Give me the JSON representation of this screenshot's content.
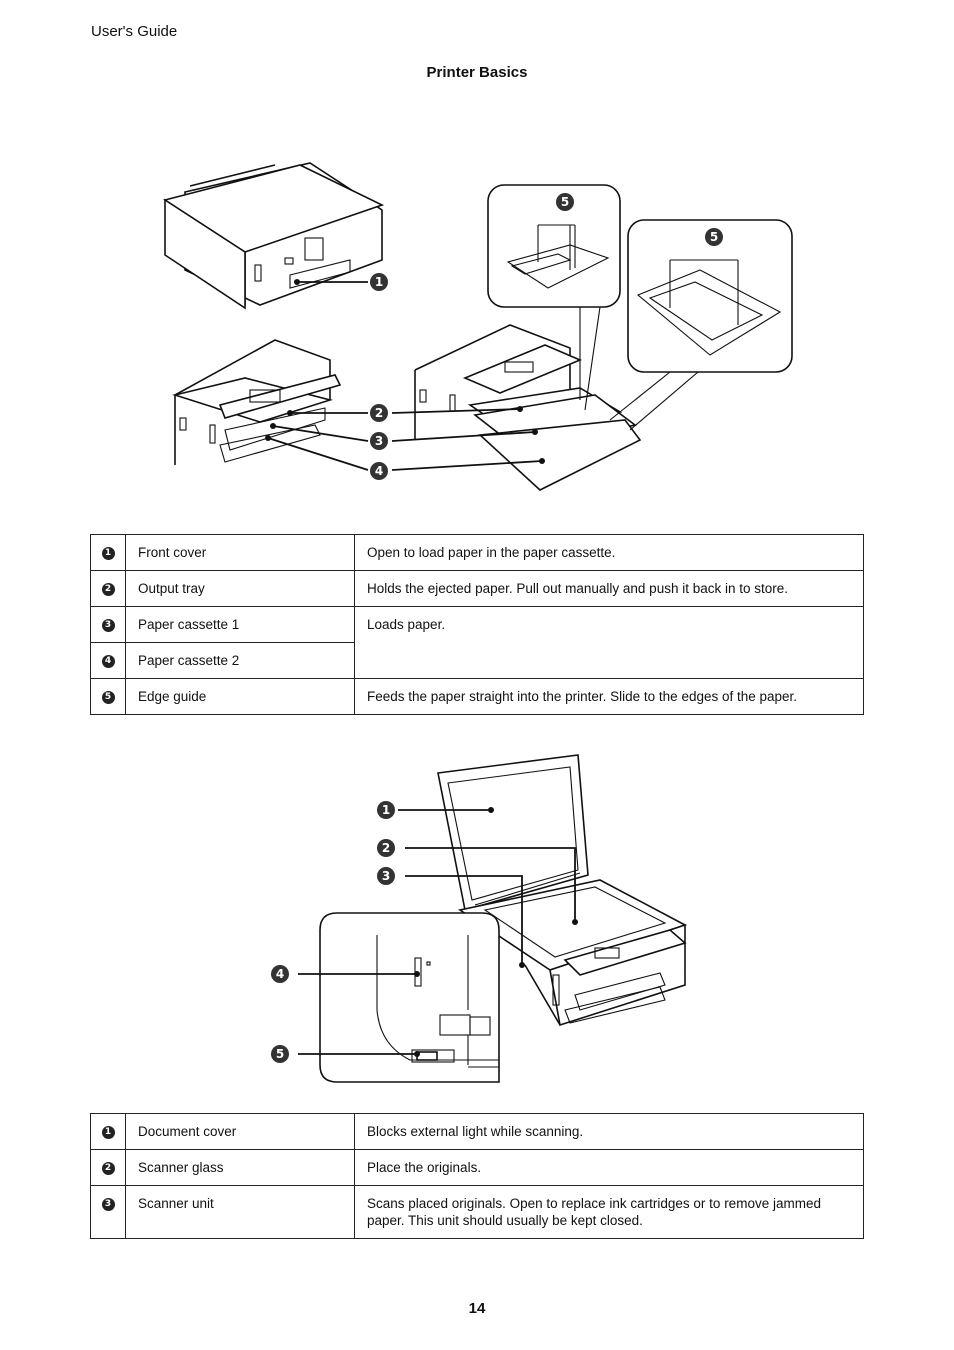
{
  "header": {
    "running_head": "User's Guide",
    "section_title": "Printer Basics"
  },
  "figure1": {
    "callouts": [
      "1",
      "2",
      "3",
      "4",
      "5",
      "5"
    ]
  },
  "table1": {
    "rows": [
      {
        "num": "1",
        "name": "Front cover",
        "desc": "Open to load paper in the paper cassette."
      },
      {
        "num": "2",
        "name": "Output tray",
        "desc": "Holds the ejected paper. Pull out manually and push it back in to store."
      },
      {
        "num": "3",
        "name": "Paper cassette 1",
        "desc": "Loads paper."
      },
      {
        "num": "4",
        "name": "Paper cassette 2",
        "desc": ""
      },
      {
        "num": "5",
        "name": "Edge guide",
        "desc": "Feeds the paper straight into the printer. Slide to the edges of the paper."
      }
    ]
  },
  "figure2": {
    "callouts": [
      "1",
      "2",
      "3",
      "4",
      "5"
    ]
  },
  "table2": {
    "rows": [
      {
        "num": "1",
        "name": "Document cover",
        "desc": "Blocks external light while scanning."
      },
      {
        "num": "2",
        "name": "Scanner glass",
        "desc": "Place the originals."
      },
      {
        "num": "3",
        "name": "Scanner unit",
        "desc": "Scans placed originals. Open to replace ink cartridges or to remove jammed paper. This unit should usually be kept closed."
      }
    ]
  },
  "footer": {
    "page_number": "14"
  }
}
